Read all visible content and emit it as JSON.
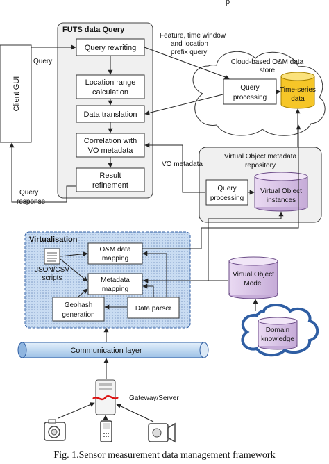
{
  "header_fragment": "p",
  "client_gui": "Client GUI",
  "futs": {
    "title": "FUTS data Query",
    "query_rewriting": "Query rewriting",
    "location_range": [
      "Location range",
      "calculation"
    ],
    "data_translation": "Data translation",
    "correlation": [
      "Correlation with",
      "VO metadata"
    ],
    "result_refinement": [
      "Result",
      "refinement"
    ]
  },
  "edge_labels": {
    "query": "Query",
    "query_response": [
      "Query",
      "response"
    ],
    "feature_query": [
      "Feature, time window",
      "and location",
      "prefix query"
    ],
    "vo_metadata": "VO metadata"
  },
  "cloud_store": {
    "title": [
      "Cloud-based O&M data",
      "store"
    ],
    "query_processing": [
      "Query",
      "processing"
    ],
    "timeseries": [
      "Time-series",
      "data"
    ]
  },
  "vo_repo": {
    "title": [
      "Virtual Object metadata",
      "repository"
    ],
    "query_processing": [
      "Query",
      "processing"
    ],
    "instances": [
      "Virtual Object",
      "instances"
    ]
  },
  "virtualisation": {
    "title": "Virtualisation",
    "om_mapping": [
      "O&M data",
      "mapping"
    ],
    "json_csv": [
      "JSON/CSV",
      "scripts"
    ],
    "metadata_mapping": [
      "Metadata",
      "mapping"
    ],
    "geohash": [
      "Geohash",
      "generation"
    ],
    "data_parser": "Data parser"
  },
  "vo_model": [
    "Virtual Object",
    "Model"
  ],
  "domain_knowledge": [
    "Domain",
    "knowledge"
  ],
  "communication_layer": "Communication layer",
  "gateway": "Gateway/Server",
  "caption": "Fig. 1.Sensor measurement data management framework",
  "colors": {
    "panel_fill": "#f0f0f0",
    "virtualisation_fill": "#c9dcf2",
    "cylinder_yellow": "#f6c628",
    "cylinder_purple": "#e2d2ee",
    "cloud_blue": "#2f5ea3",
    "pipe_blue": "#b7d4ef"
  }
}
